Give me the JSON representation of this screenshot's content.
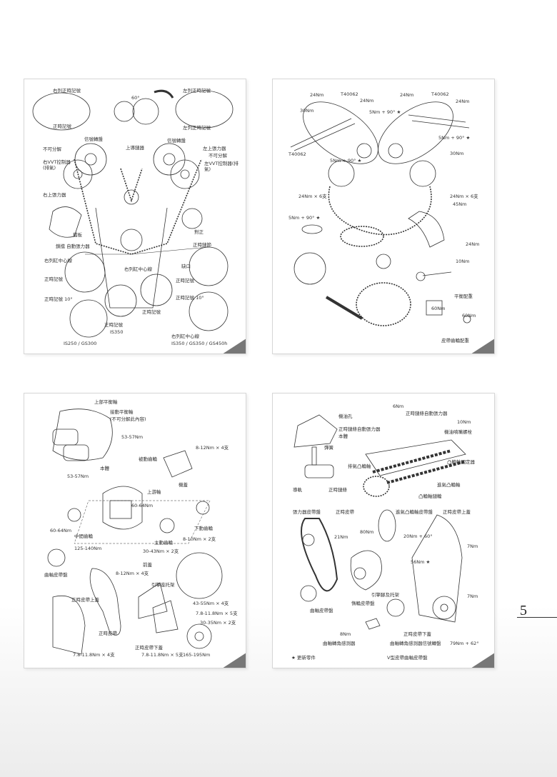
{
  "page_number": "5",
  "panels": {
    "tl": {
      "labels": [
        "右列正時記號",
        "60°",
        "左列正時記號",
        "正時記號",
        "左列正時記號",
        "信號轉盤",
        "信號轉盤",
        "不可分解",
        "上導鏈器",
        "右VVT控制器(排氣)",
        "左上張力器",
        "不可分解",
        "左VVT控制器(排氣)",
        "右上張力器",
        "擋板",
        "鎖擋 自動張力器",
        "對正",
        "正時鏈節",
        "右列缸中心線",
        "正時記號",
        "正時記號 10°",
        "右列缸中心線",
        "正時記號",
        "IS350",
        "正時記號",
        "IS250 / GS300",
        "缺口",
        "正時記號",
        "正時記號 10°",
        "右列缸中心線",
        "IS350 / GS350 / GS450h"
      ]
    },
    "tr": {
      "labels": [
        "24Nm",
        "T40062",
        "24Nm",
        "30Nm",
        "5Nm + 90° ★",
        "T40062",
        "5Nm + 90° ★",
        "24Nm",
        "T40062",
        "24Nm",
        "5Nm + 90° ★",
        "30Nm",
        "24Nm × 6支",
        "24Nm × 6支",
        "5Nm + 90° ★",
        "45Nm",
        "24Nm",
        "10Nm",
        "平衡配重",
        "60Nm",
        "60Nm",
        "皮帶齒輪配重"
      ]
    },
    "bl": {
      "labels": [
        "上部平衡軸",
        "接動平衡軸",
        "(不可分解此內容)",
        "53-57Nm",
        "8-12Nm × 4支",
        "被動齒輪",
        "本體",
        "53-57Nm",
        "上游軸",
        "機蓋",
        "60-64Nm",
        "60-64Nm",
        "中間齒輪",
        "下動齒輪",
        "主動齒輪",
        "8-10Nm × 2支",
        "125-140Nm",
        "30-43Nm × 2支",
        "曲軸皮帶盤",
        "前蓋",
        "8-12Nm × 4支",
        "引擎座托架",
        "正時皮帶上蓋",
        "43-55Nm × 4支",
        "7.8-11.8Nm × 5支",
        "30-35Nm × 2支",
        "正時皮帶",
        "正時皮帶下蓋",
        "7.8-11.8Nm × 4支",
        "7.8-11.8Nm × 5支",
        "165-195Nm"
      ]
    },
    "br": {
      "labels": [
        "6Nm",
        "正時鏈條自動張力器",
        "機油孔",
        "正時鏈條自動張力器",
        "本體",
        "10Nm",
        "機油噴嘴螺栓",
        "彈簧",
        "凸輪軸固定器",
        "排氣凸輪軸",
        "導軌",
        "正時鏈條",
        "進氣凸輪軸",
        "凸輪軸鏈輪",
        "張力器皮帶盤",
        "正時皮帶",
        "進氣凸輪軸皮帶盤",
        "正時皮帶上蓋",
        "21Nm",
        "80Nm",
        "20Nm + 60°",
        "7Nm",
        "56Nm ★",
        "7Nm",
        "引擎腳及托架",
        "惰輪皮帶盤",
        "曲軸皮帶盤",
        "8Nm",
        "正時皮帶下蓋",
        "曲軸轉角感測器",
        "曲軸轉角感測器信號轉盤",
        "79Nm + 62°",
        "V型皮帶曲軸皮帶盤",
        "★ 更新零件"
      ]
    }
  }
}
